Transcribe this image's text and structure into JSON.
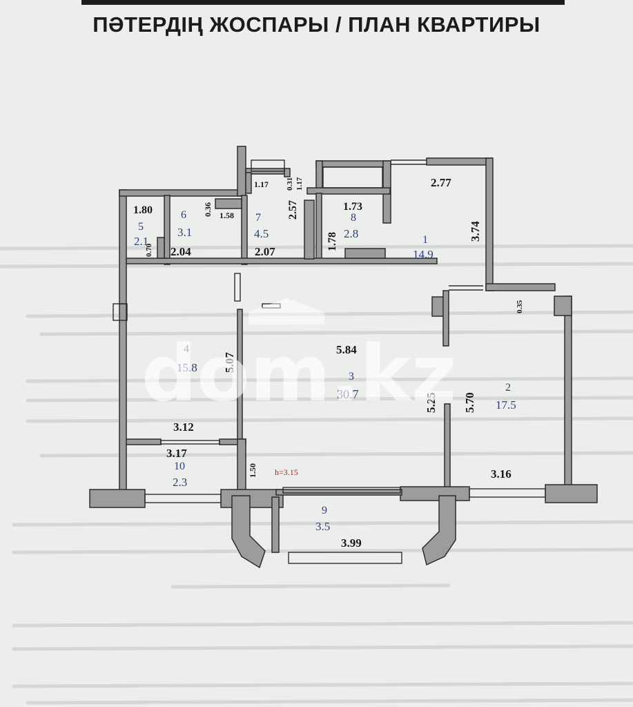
{
  "title": "ПӘТЕРДІҢ ЖОСПАРЫ / ПЛАН КВАРТИРЫ",
  "watermark": "dom.kz",
  "ceiling_height": "h=3.15",
  "colors": {
    "wall": "#9a9d9c",
    "wall_stroke": "#2b2b2b",
    "room_label": "#2a3f7a",
    "height_label": "#b22222"
  },
  "rooms": [
    {
      "number": "1",
      "area": "14.9"
    },
    {
      "number": "2",
      "area": "17.5"
    },
    {
      "number": "3",
      "area": "30.7"
    },
    {
      "number": "4",
      "area": "15.8"
    },
    {
      "number": "5",
      "area": "2.1"
    },
    {
      "number": "6",
      "area": "3.1"
    },
    {
      "number": "7",
      "area": "4.5"
    },
    {
      "number": "8",
      "area": "2.8"
    },
    {
      "number": "9",
      "area": "3.5"
    },
    {
      "number": "10",
      "area": "2.3"
    }
  ],
  "dimensions": {
    "d_1_80": "1.80",
    "d_0_36": "0.36",
    "d_1_58": "1.58",
    "d_0_70": "0.70",
    "d_2_04": "2.04",
    "d_1_17a": "1.17",
    "d_0_31": "0.31",
    "d_1_17b": "1.17",
    "d_2_57": "2.57",
    "d_2_07": "2.07",
    "d_1_73": "1.73",
    "d_1_78": "1.78",
    "d_2_77": "2.77",
    "d_3_74": "3.74",
    "d_0_35": "0.35",
    "d_5_84": "5.84",
    "d_5_07": "5.07",
    "d_5_25": "5.25",
    "d_5_70": "5.70",
    "d_3_12": "3.12",
    "d_3_17": "3.17",
    "d_1_50": "1.50",
    "d_3_16": "3.16",
    "d_3_99": "3.99"
  }
}
